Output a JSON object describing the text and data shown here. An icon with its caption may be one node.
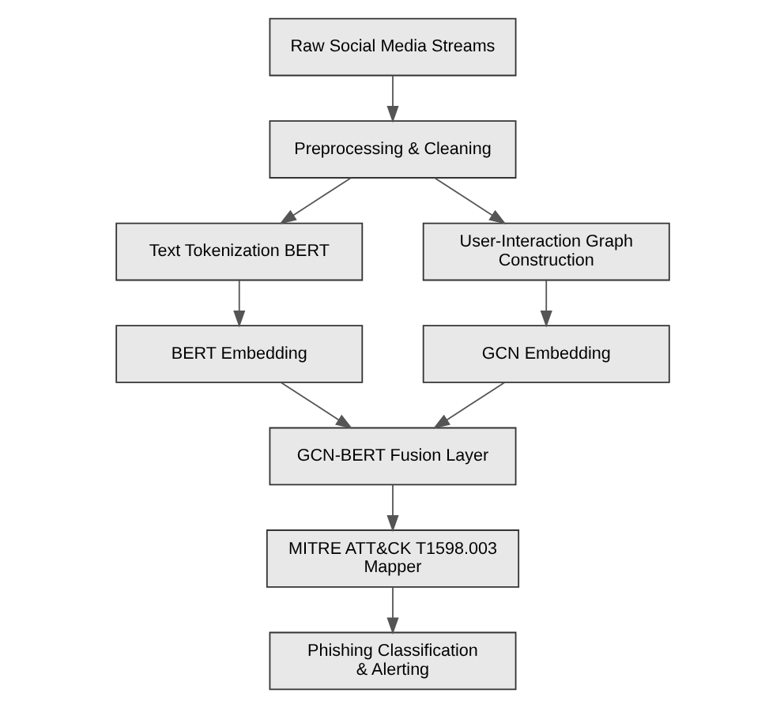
{
  "diagram": {
    "nodes": [
      {
        "text": [
          "Raw Social Media Streams"
        ]
      },
      {
        "text": [
          "Preprocessing & Cleaning"
        ]
      },
      {
        "text": [
          "Text Tokenization BERT"
        ]
      },
      {
        "text": [
          "User-Interaction Graph Construction"
        ]
      },
      {
        "text": [
          "BERT Embedding"
        ]
      },
      {
        "text": [
          "GCN Embedding"
        ]
      },
      {
        "text": [
          "GCN-BERT Fusion Layer"
        ]
      },
      {
        "text": [
          "MITRE ATT&CK T1598.003 Mapper"
        ]
      },
      {
        "text": [
          "Phishing Classification & Alerting"
        ]
      }
    ],
    "edges": [
      {
        "from": 0,
        "to": 1,
        "arrow": "to"
      },
      {
        "from": 1,
        "to": 2,
        "arrow": "to"
      },
      {
        "from": 1,
        "to": 3,
        "arrow": "to"
      },
      {
        "from": 2,
        "to": 4,
        "arrow": "to"
      },
      {
        "from": 3,
        "to": 5,
        "arrow": "to"
      },
      {
        "from": 4,
        "to": 6,
        "arrow": "to"
      },
      {
        "from": 5,
        "to": 6,
        "arrow": "to"
      },
      {
        "from": 6,
        "to": 7,
        "arrow": "to"
      },
      {
        "from": 7,
        "to": 8,
        "arrow": "to"
      }
    ]
  }
}
